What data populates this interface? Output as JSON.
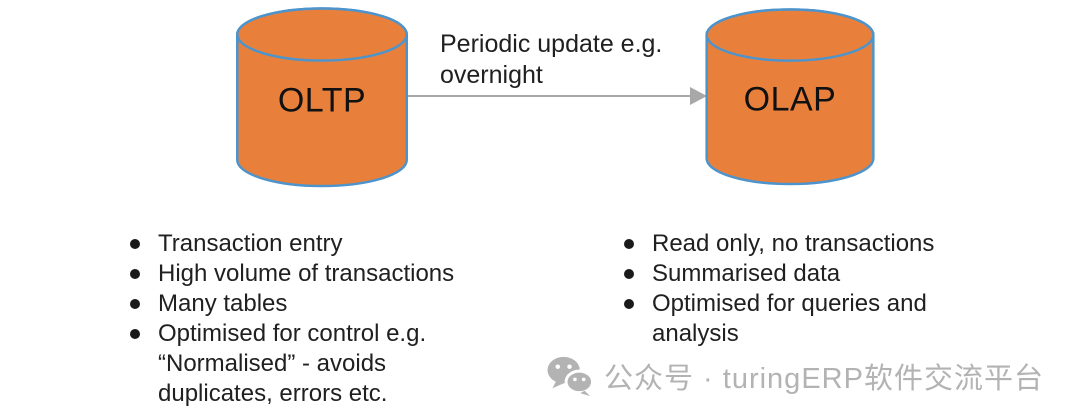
{
  "diagram": {
    "oltp_label": "OLTP",
    "olap_label": "OLAP",
    "arrow_label": "Periodic update e.g.\novernight"
  },
  "oltp_points": [
    "Transaction entry",
    "High volume of transactions",
    "Many tables",
    "Optimised for control e.g.\n“Normalised” - avoids\nduplicates, errors etc."
  ],
  "olap_points": [
    "Read only, no transactions",
    "Summarised data",
    "Optimised for queries and\nanalysis"
  ],
  "watermark": {
    "icon": "wechat-icon",
    "text": "公众号 · turingERP软件交流平台"
  },
  "colors": {
    "cylinder_fill": "#E8803C",
    "cylinder_stroke": "#4D94CC",
    "arrow_color": "#A8A8A8",
    "text_color": "#202020",
    "watermark_color": "#B3B3B3",
    "background": "#FFFFFF"
  }
}
